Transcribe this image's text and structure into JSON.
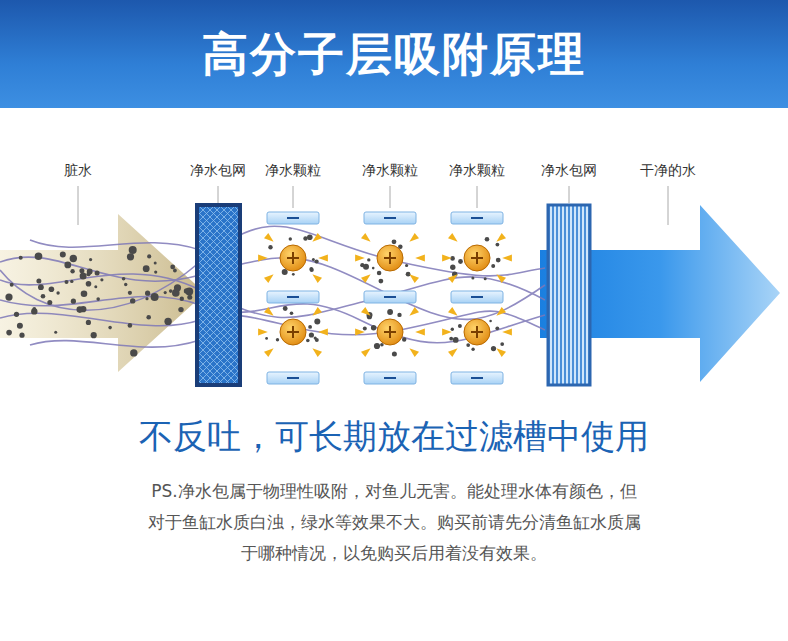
{
  "diagram": {
    "title": "高分子层吸附原理",
    "caption": "不反吐，可长期放在过滤槽中使用",
    "labels": [
      "脏水",
      "净水包网",
      "净水颗粒",
      "净水颗粒",
      "净水颗粒",
      "净水包网",
      "干净的水",
      "PS.净水包属于物理性吸附，对鱼儿无害。能处理水体有颜色，但",
      "对于鱼缸水质白浊，绿水等效果不大。购买前请先分清鱼缸水质属",
      "于哪种情况，以免购买后用着没有效果。"
    ]
  }
}
